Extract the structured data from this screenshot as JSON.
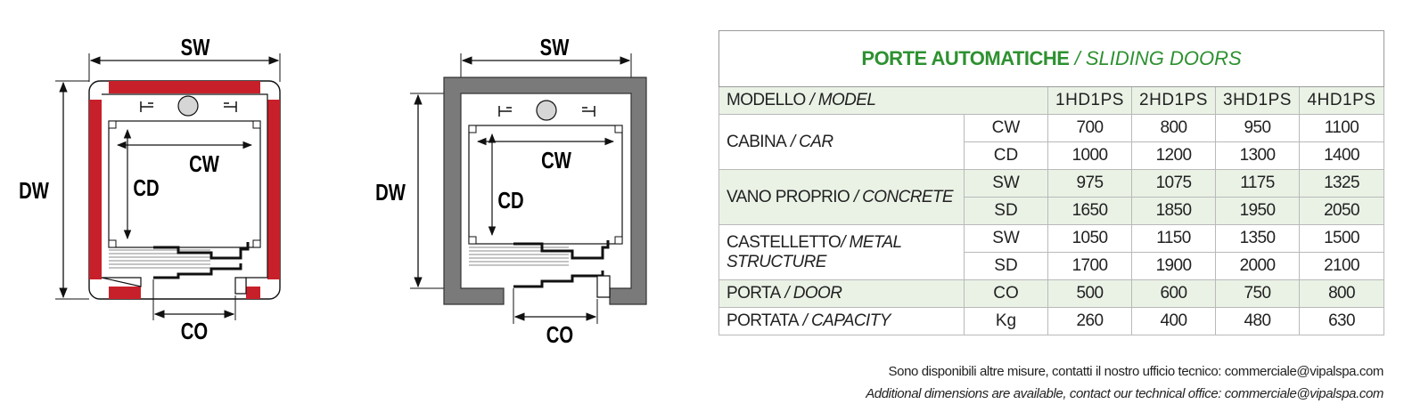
{
  "diagram_left": {
    "sw": "SW",
    "dw": "DW",
    "cw": "CW",
    "cd": "CD",
    "co": "CO"
  },
  "diagram_right": {
    "sw": "SW",
    "dw": "DW",
    "cw": "CW",
    "cd": "CD",
    "co": "CO"
  },
  "colors": {
    "structure_red": "#c8202a",
    "concrete_grey": "#7a7a7a",
    "title_green": "#2e9131",
    "row_shade": "#eaf2e6"
  },
  "table": {
    "title_main": "PORTE AUTOMATICHE",
    "title_sub": " / SLIDING DOORS",
    "model_label": "MODELLO",
    "model_sub": " / MODEL",
    "models": [
      "1HD1PS",
      "2HD1PS",
      "3HD1PS",
      "4HD1PS"
    ],
    "groups": [
      {
        "label": "CABINA",
        "sub": " / CAR",
        "rows": [
          {
            "unit": "CW",
            "values": [
              "700",
              "800",
              "950",
              "1100"
            ]
          },
          {
            "unit": "CD",
            "values": [
              "1000",
              "1200",
              "1300",
              "1400"
            ]
          }
        ]
      },
      {
        "label": "VANO PROPRIO",
        "sub": " / CONCRETE",
        "rows": [
          {
            "unit": "SW",
            "values": [
              "975",
              "1075",
              "1175",
              "1325"
            ]
          },
          {
            "unit": "SD",
            "values": [
              "1650",
              "1850",
              "1950",
              "2050"
            ]
          }
        ]
      },
      {
        "label": "CASTELLETTO",
        "sub": "/ METAL STRUCTURE",
        "rows": [
          {
            "unit": "SW",
            "values": [
              "1050",
              "1150",
              "1350",
              "1500"
            ]
          },
          {
            "unit": "SD",
            "values": [
              "1700",
              "1900",
              "2000",
              "2100"
            ]
          }
        ]
      },
      {
        "label": "PORTA",
        "sub": " / DOOR",
        "rows": [
          {
            "unit": "CO",
            "values": [
              "500",
              "600",
              "750",
              "800"
            ]
          }
        ]
      },
      {
        "label": "PORTATA",
        "sub": " / CAPACITY",
        "rows": [
          {
            "unit": "Kg",
            "values": [
              "260",
              "400",
              "480",
              "630"
            ]
          }
        ]
      }
    ]
  },
  "notes": {
    "italian": "Sono disponibili altre misure, contatti il nostro ufficio tecnico: commerciale@vipalspa.com",
    "english": "Additional dimensions are available, contact our technical office: commerciale@vipalspa.com"
  }
}
